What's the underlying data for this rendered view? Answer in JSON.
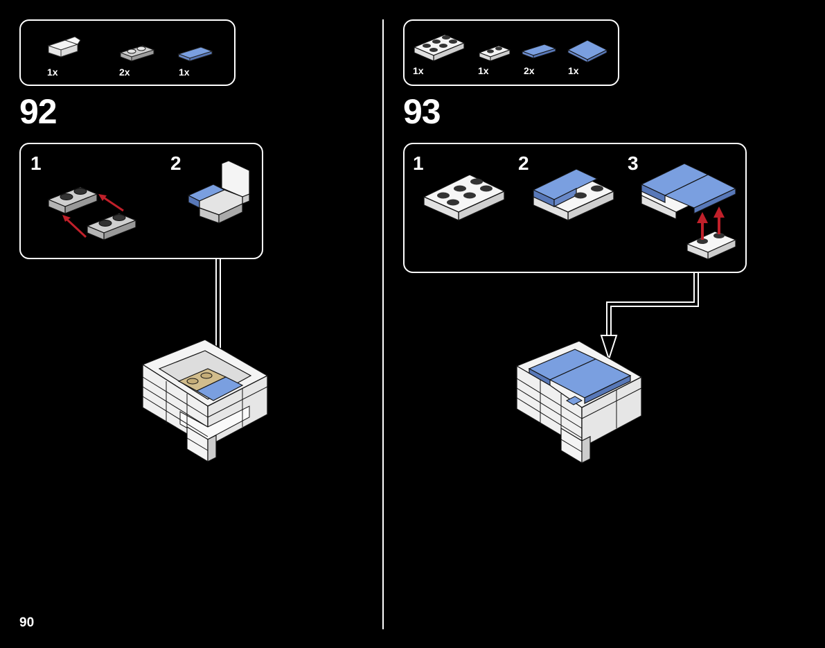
{
  "page": {
    "number": "90"
  },
  "left_step": {
    "number": "92",
    "parts": [
      {
        "qty": "1x",
        "icon": "white-bracket-icon"
      },
      {
        "qty": "2x",
        "icon": "gray-plate-1x2-icon"
      },
      {
        "qty": "1x",
        "icon": "blue-tile-1x2-icon"
      }
    ],
    "substeps": [
      {
        "number": "1"
      },
      {
        "number": "2"
      }
    ]
  },
  "right_step": {
    "number": "93",
    "parts": [
      {
        "qty": "1x",
        "icon": "white-plate-2x3-icon"
      },
      {
        "qty": "1x",
        "icon": "white-plate-1x2-icon"
      },
      {
        "qty": "2x",
        "icon": "blue-tile-1x2-icon"
      },
      {
        "qty": "1x",
        "icon": "blue-tile-2x2-icon"
      }
    ],
    "substeps": [
      {
        "number": "1"
      },
      {
        "number": "2"
      },
      {
        "number": "3"
      }
    ]
  },
  "colors": {
    "background": "#000000",
    "line": "#ffffff",
    "brick_white": "#f4f4f4",
    "brick_gray": "#b8b8b8",
    "tile_blue": "#7a9fe0",
    "tan": "#d2bd8c",
    "arrow_red": "#c0202a"
  }
}
